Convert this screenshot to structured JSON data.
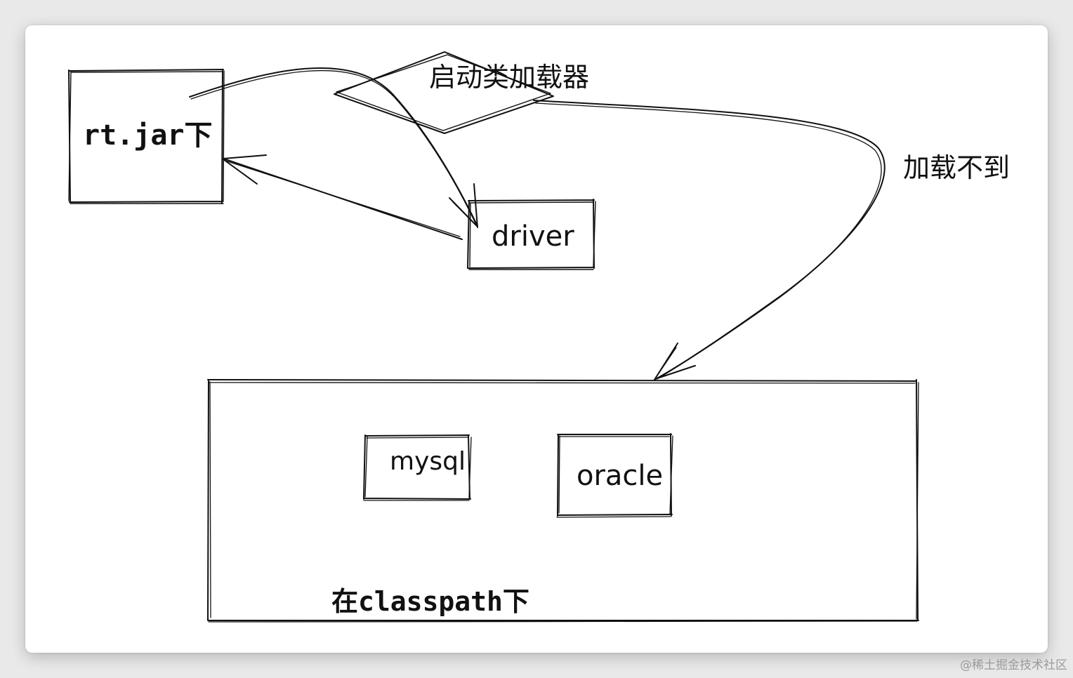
{
  "diagram": {
    "nodes": {
      "rt_jar": "rt.jar下",
      "bootstrap_loader": "启动类加载器",
      "driver": "driver",
      "classpath": "在classpath下",
      "mysql": "mysql",
      "oracle": "oracle"
    },
    "edge_labels": {
      "cannot_load": "加载不到"
    },
    "stroke_color": "#111111"
  },
  "watermark": "@稀土掘金技术社区"
}
